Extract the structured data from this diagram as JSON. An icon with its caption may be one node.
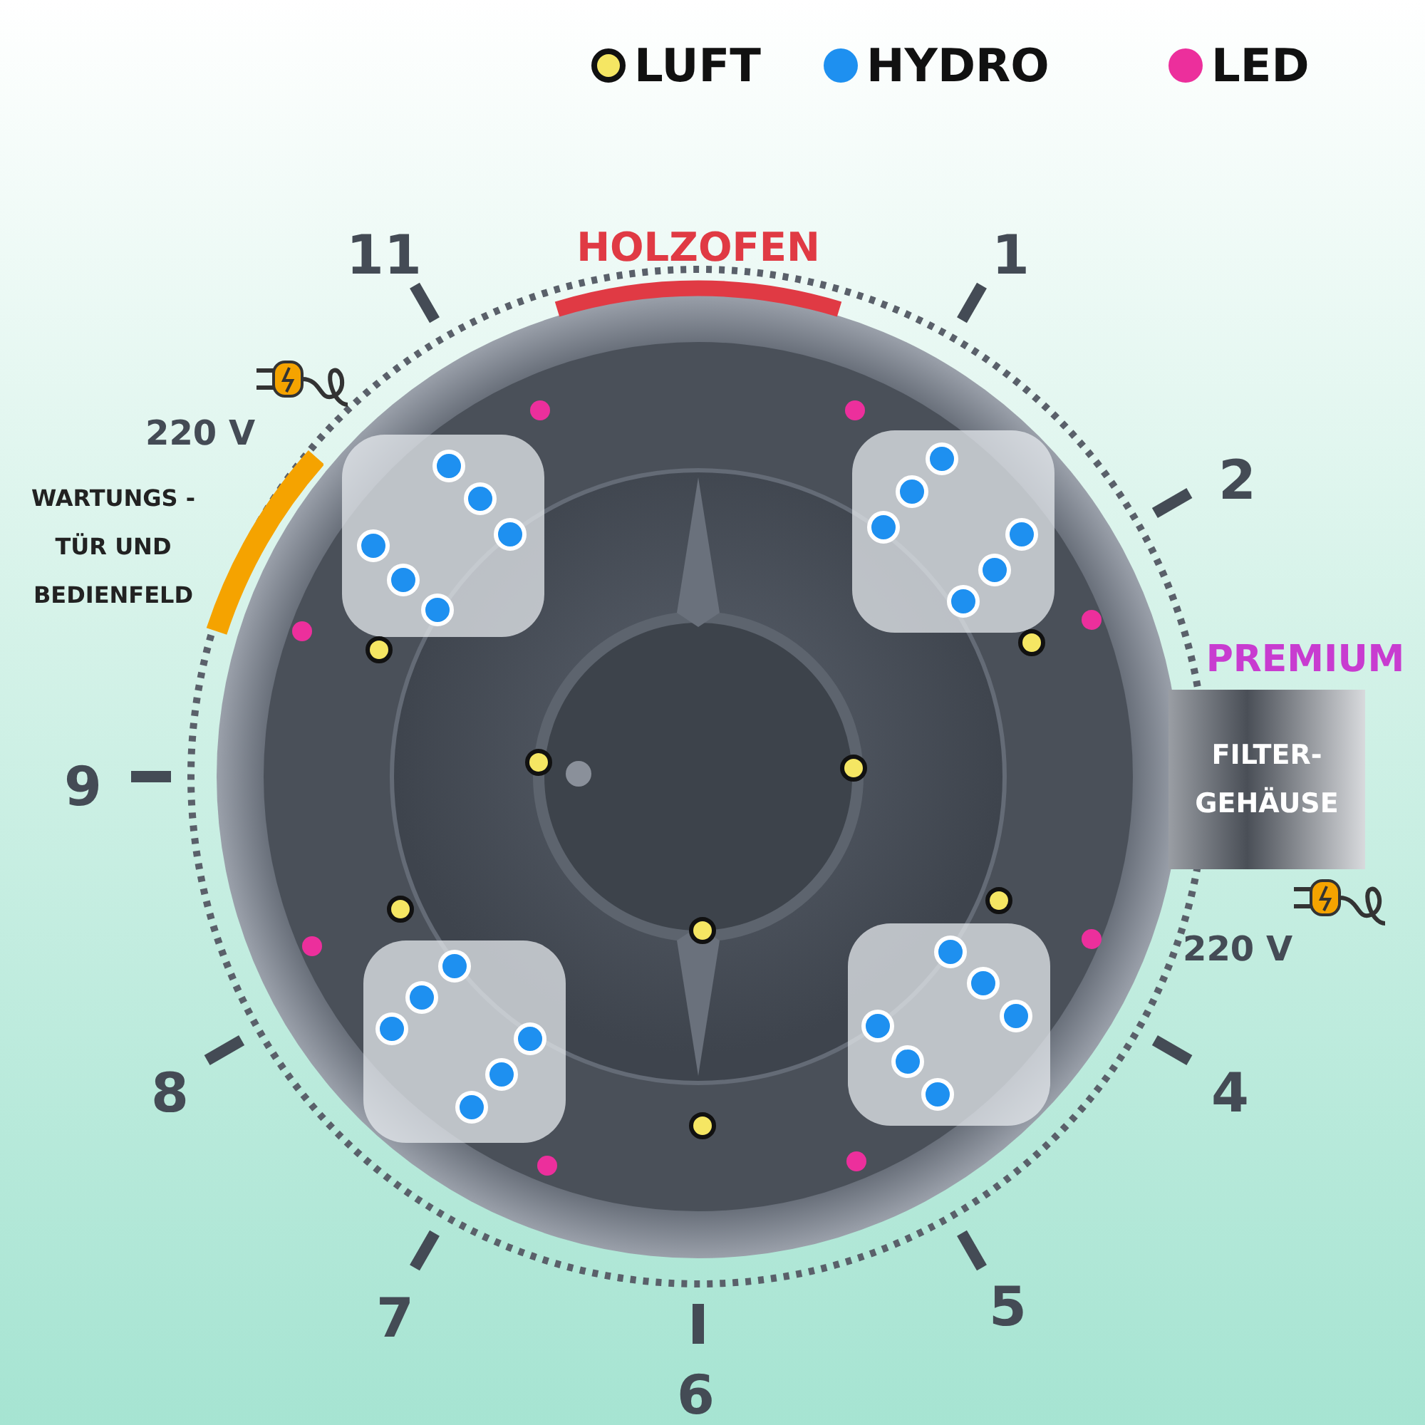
{
  "diagram": {
    "nodes": [
      {
        "text": [
          "HOLZOFEN"
        ]
      },
      {
        "text": [
          "WARTUNGS -TÜR UND BEDIENFELD"
        ]
      },
      {
        "text": [
          "PREMIUM",
          "FILTER- GEHÄUSE"
        ]
      }
    ],
    "labels": [
      "11",
      "1",
      "220 V",
      "2",
      "9",
      "220 V",
      "8",
      "4",
      "7",
      "5",
      "6"
    ],
    "legend": [
      {
        "text": "LUFT",
        "color": "#f5e663"
      },
      {
        "text": "HYDRO",
        "color": "#1e90f0"
      },
      {
        "text": "LED",
        "color": "#ec2f9c"
      }
    ]
  }
}
